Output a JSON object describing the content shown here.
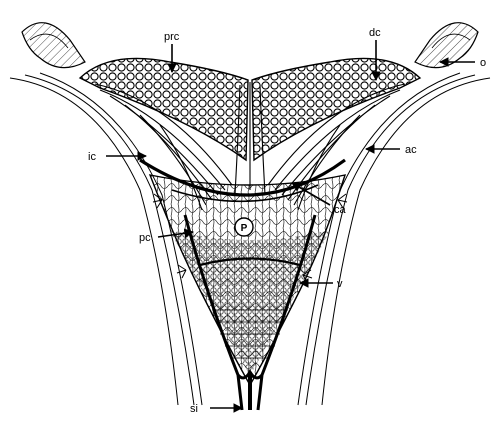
{
  "diagram": {
    "labels": {
      "prc": "prc",
      "dc": "dc",
      "o": "o",
      "ic": "ic",
      "ac": "ac",
      "ca": "ca",
      "p": "P",
      "pc": "pc",
      "v": "v",
      "si": "si"
    }
  },
  "colors": {
    "ink": "#000000",
    "paper": "#ffffff"
  }
}
